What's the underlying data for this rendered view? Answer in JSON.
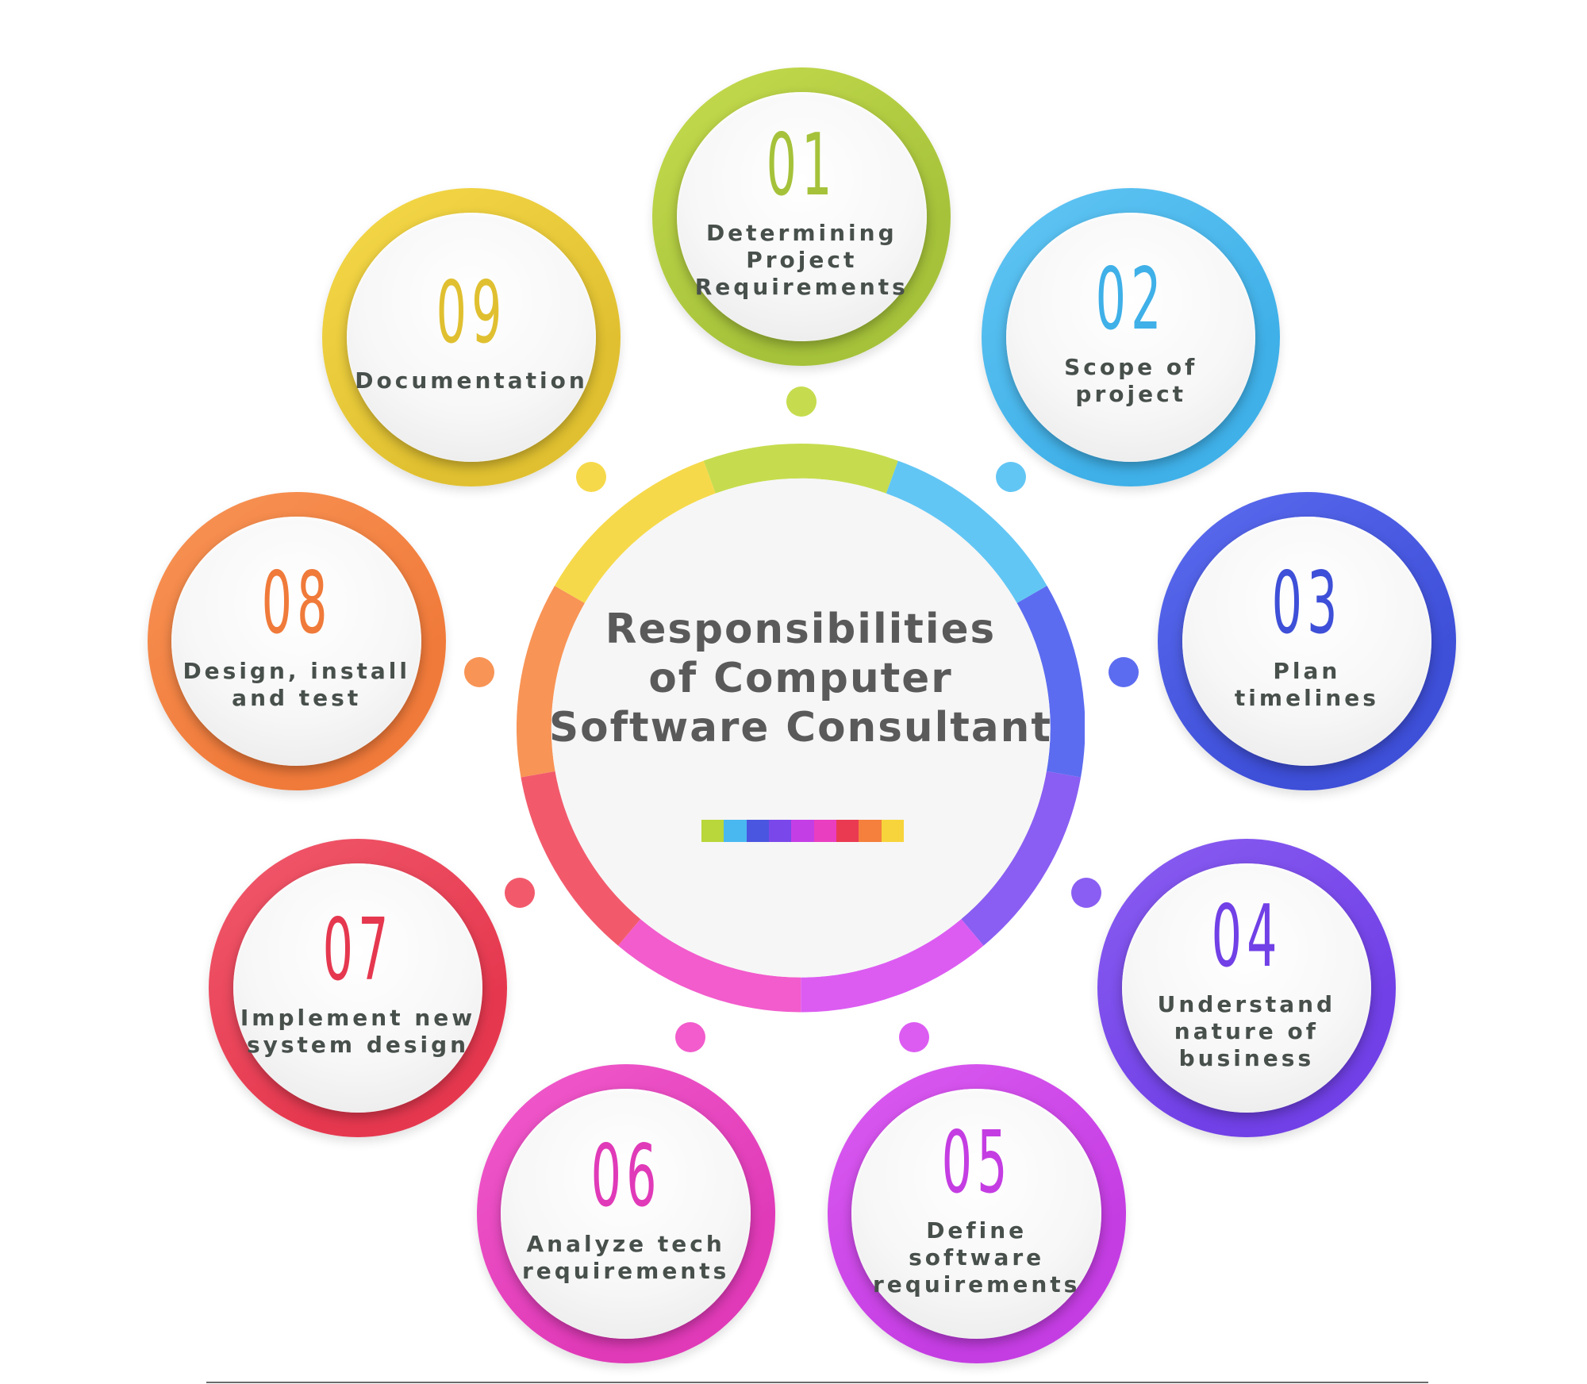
{
  "title": "Responsibilities\nof Computer\nSoftware Consultant",
  "steps": [
    {
      "number": "01",
      "label": "Determining\nProject\nRequirements",
      "color": "#a5c23a",
      "light": "#c6dc4e"
    },
    {
      "number": "02",
      "label": "Scope of\nproject",
      "color": "#3fb0e8",
      "light": "#62c6f4"
    },
    {
      "number": "03",
      "label": "Plan\ntimelines",
      "color": "#3e4fd8",
      "light": "#5c6cf0"
    },
    {
      "number": "04",
      "label": "Understand\nnature of\nbusiness",
      "color": "#7140e6",
      "light": "#8a5ef2"
    },
    {
      "number": "05",
      "label": "Define\nsoftware\nrequirements",
      "color": "#c43de2",
      "light": "#dc5cf2"
    },
    {
      "number": "06",
      "label": "Analyze tech\nrequirements",
      "color": "#e03ab8",
      "light": "#f25ccc"
    },
    {
      "number": "07",
      "label": "Implement new\nsystem design",
      "color": "#e5384f",
      "light": "#f25a6c"
    },
    {
      "number": "08",
      "label": "Design, install\nand test",
      "color": "#f07a3a",
      "light": "#f89456"
    },
    {
      "number": "09",
      "label": "Documentation",
      "color": "#e0c030",
      "light": "#f6d94a"
    }
  ],
  "color_bar": [
    "#b9d63a",
    "#4ab8f0",
    "#4a56e0",
    "#7a48ea",
    "#c43ee6",
    "#ea3ec0",
    "#ea3a52",
    "#f57f3c",
    "#f8d43c"
  ]
}
